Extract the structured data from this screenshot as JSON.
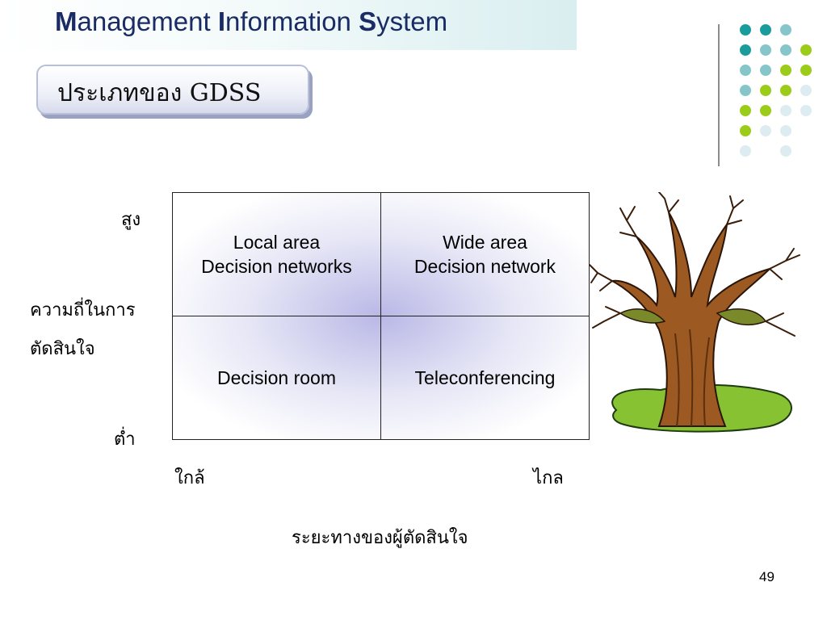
{
  "header": {
    "title_parts": [
      {
        "text": "M",
        "bold": true
      },
      {
        "text": "anagement ",
        "bold": false
      },
      {
        "text": "I",
        "bold": true
      },
      {
        "text": "nformation ",
        "bold": false
      },
      {
        "text": "S",
        "bold": true
      },
      {
        "text": "ystem",
        "bold": false
      }
    ],
    "subtitle": "ประเภทของ GDSS"
  },
  "matrix": {
    "cells": [
      {
        "line1": "Local area",
        "line2": "Decision networks"
      },
      {
        "line1": "Wide area",
        "line2": "Decision network"
      },
      {
        "line1": "Decision room",
        "line2": ""
      },
      {
        "line1": "Teleconferencing",
        "line2": ""
      }
    ],
    "y_axis": {
      "high": "สูง",
      "label_line1": "ความถี่ในการ",
      "label_line2": "ตัดสินใจ",
      "low": "ต่ำ"
    },
    "x_axis": {
      "near": "ใกล้",
      "far": "ไกล",
      "label": "ระยะทางของผู้ตัดสินใจ"
    }
  },
  "decoration": {
    "dot_colors": {
      "teal": "#1a9c9c",
      "light_teal": "#86c6ca",
      "lime": "#9ccc1a",
      "pale": "#dcecf0"
    },
    "dot_grid": [
      [
        "teal",
        "teal",
        "light_teal",
        ""
      ],
      [
        "teal",
        "light_teal",
        "light_teal",
        "lime"
      ],
      [
        "light_teal",
        "light_teal",
        "lime",
        "lime"
      ],
      [
        "light_teal",
        "lime",
        "lime",
        "pale"
      ],
      [
        "lime",
        "lime",
        "pale",
        "pale"
      ],
      [
        "lime",
        "pale",
        "pale",
        ""
      ],
      [
        "pale",
        "",
        "pale",
        ""
      ]
    ],
    "tree": "baobab-tree-clipart"
  },
  "footer": {
    "page_number": "49"
  }
}
